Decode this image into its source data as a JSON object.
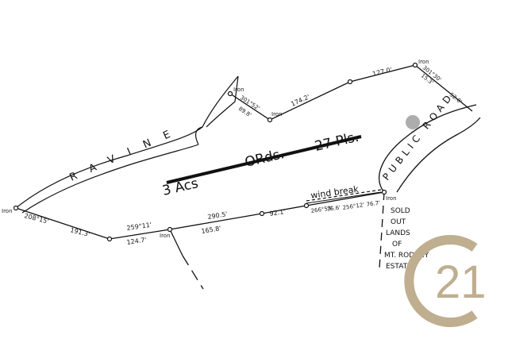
{
  "plan": {
    "area": "3 Acs",
    "ords": "ORds.",
    "perches": "27 Pls.",
    "road": "PUBLIC ROAD",
    "ravine": "RAVINE",
    "wind_break": "wind break",
    "sold_out": [
      "SOLD",
      "OUT",
      "LANDS",
      "OF",
      "MT. RODNEY",
      "ESTATE"
    ]
  },
  "measurements": {
    "m_127": "127.0'",
    "m_174": "174.2'",
    "m_bearing_top": "301°52'",
    "m_89": "89.8'",
    "m_bearing_right": "301°30'",
    "m_15": "15.3'",
    "m_52": "52.0'",
    "m_2082": "208°15'",
    "m_191": "191.3'",
    "m_2590": "259°11'",
    "m_124": "124.7'",
    "m_290": "290.5'",
    "m_165": "165.8'",
    "m_92": "92.1'",
    "m_2665": "266°53'",
    "m_76": "76.6'",
    "m_2562": "256°12'",
    "m_767": "76.7'"
  },
  "irons": {
    "label": "Iron"
  },
  "logo": {
    "text": "21",
    "color": "#bfae8f"
  }
}
